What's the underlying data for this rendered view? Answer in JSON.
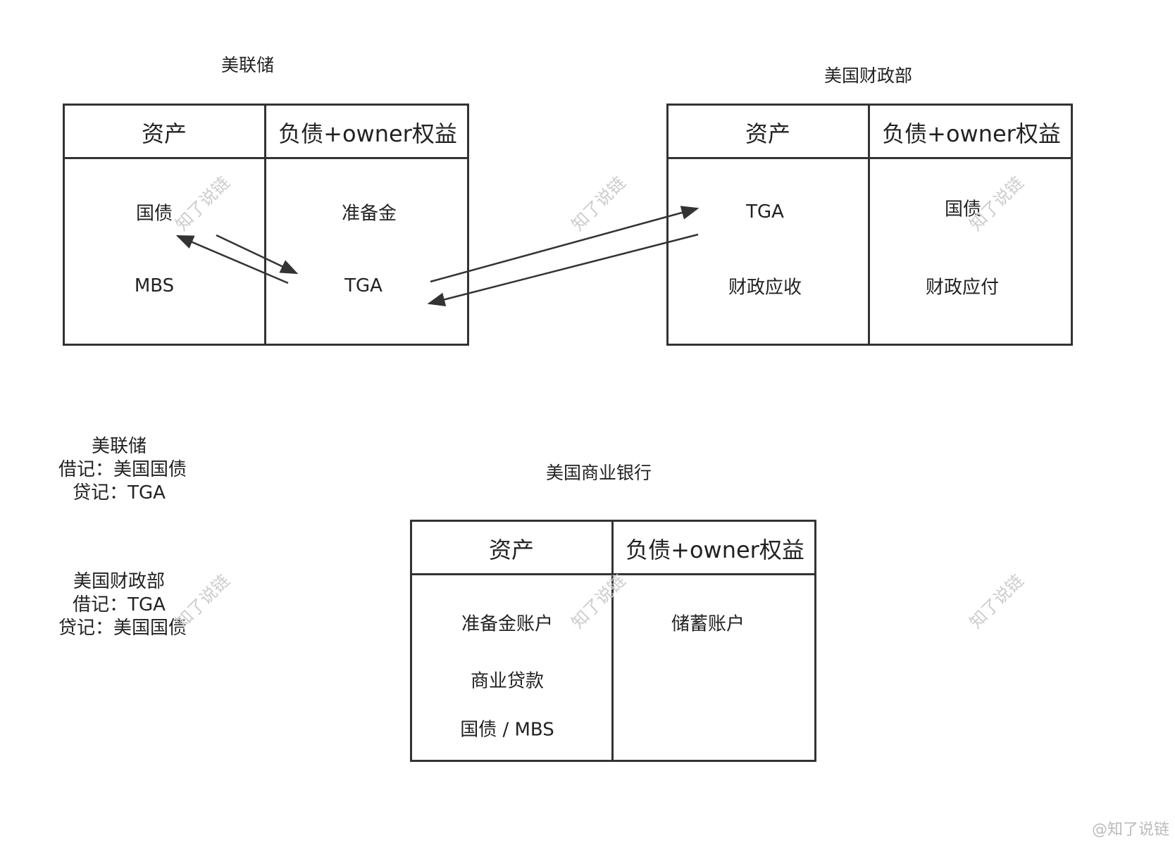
{
  "fed": {
    "title": "美联储",
    "asset_header": "资产",
    "liab_header": "负债+owner权益",
    "assets": [
      "国债",
      "MBS"
    ],
    "liabilities": [
      "准备金",
      "TGA"
    ]
  },
  "treasury": {
    "title": "美国财政部",
    "asset_header": "资产",
    "liab_header": "负债+owner权益",
    "assets": [
      "TGA",
      "财政应收"
    ],
    "liabilities": [
      "国债",
      "财政应付"
    ]
  },
  "bank": {
    "title": "美国商业银行",
    "asset_header": "资产",
    "liab_header": "负债+owner权益",
    "assets": [
      "准备金账户",
      "商业贷款",
      "国债 / MBS"
    ],
    "liabilities": [
      "储蓄账户"
    ]
  },
  "notes": {
    "fed_entry": {
      "title": "美联储",
      "debit": "借记：美国国债",
      "credit": "贷记：TGA"
    },
    "treasury_entry": {
      "title": "美国财政部",
      "debit": "借记：TGA",
      "credit": "贷记：美国国债"
    }
  },
  "watermark": "知了说链",
  "corner_mark": "@知了说链"
}
